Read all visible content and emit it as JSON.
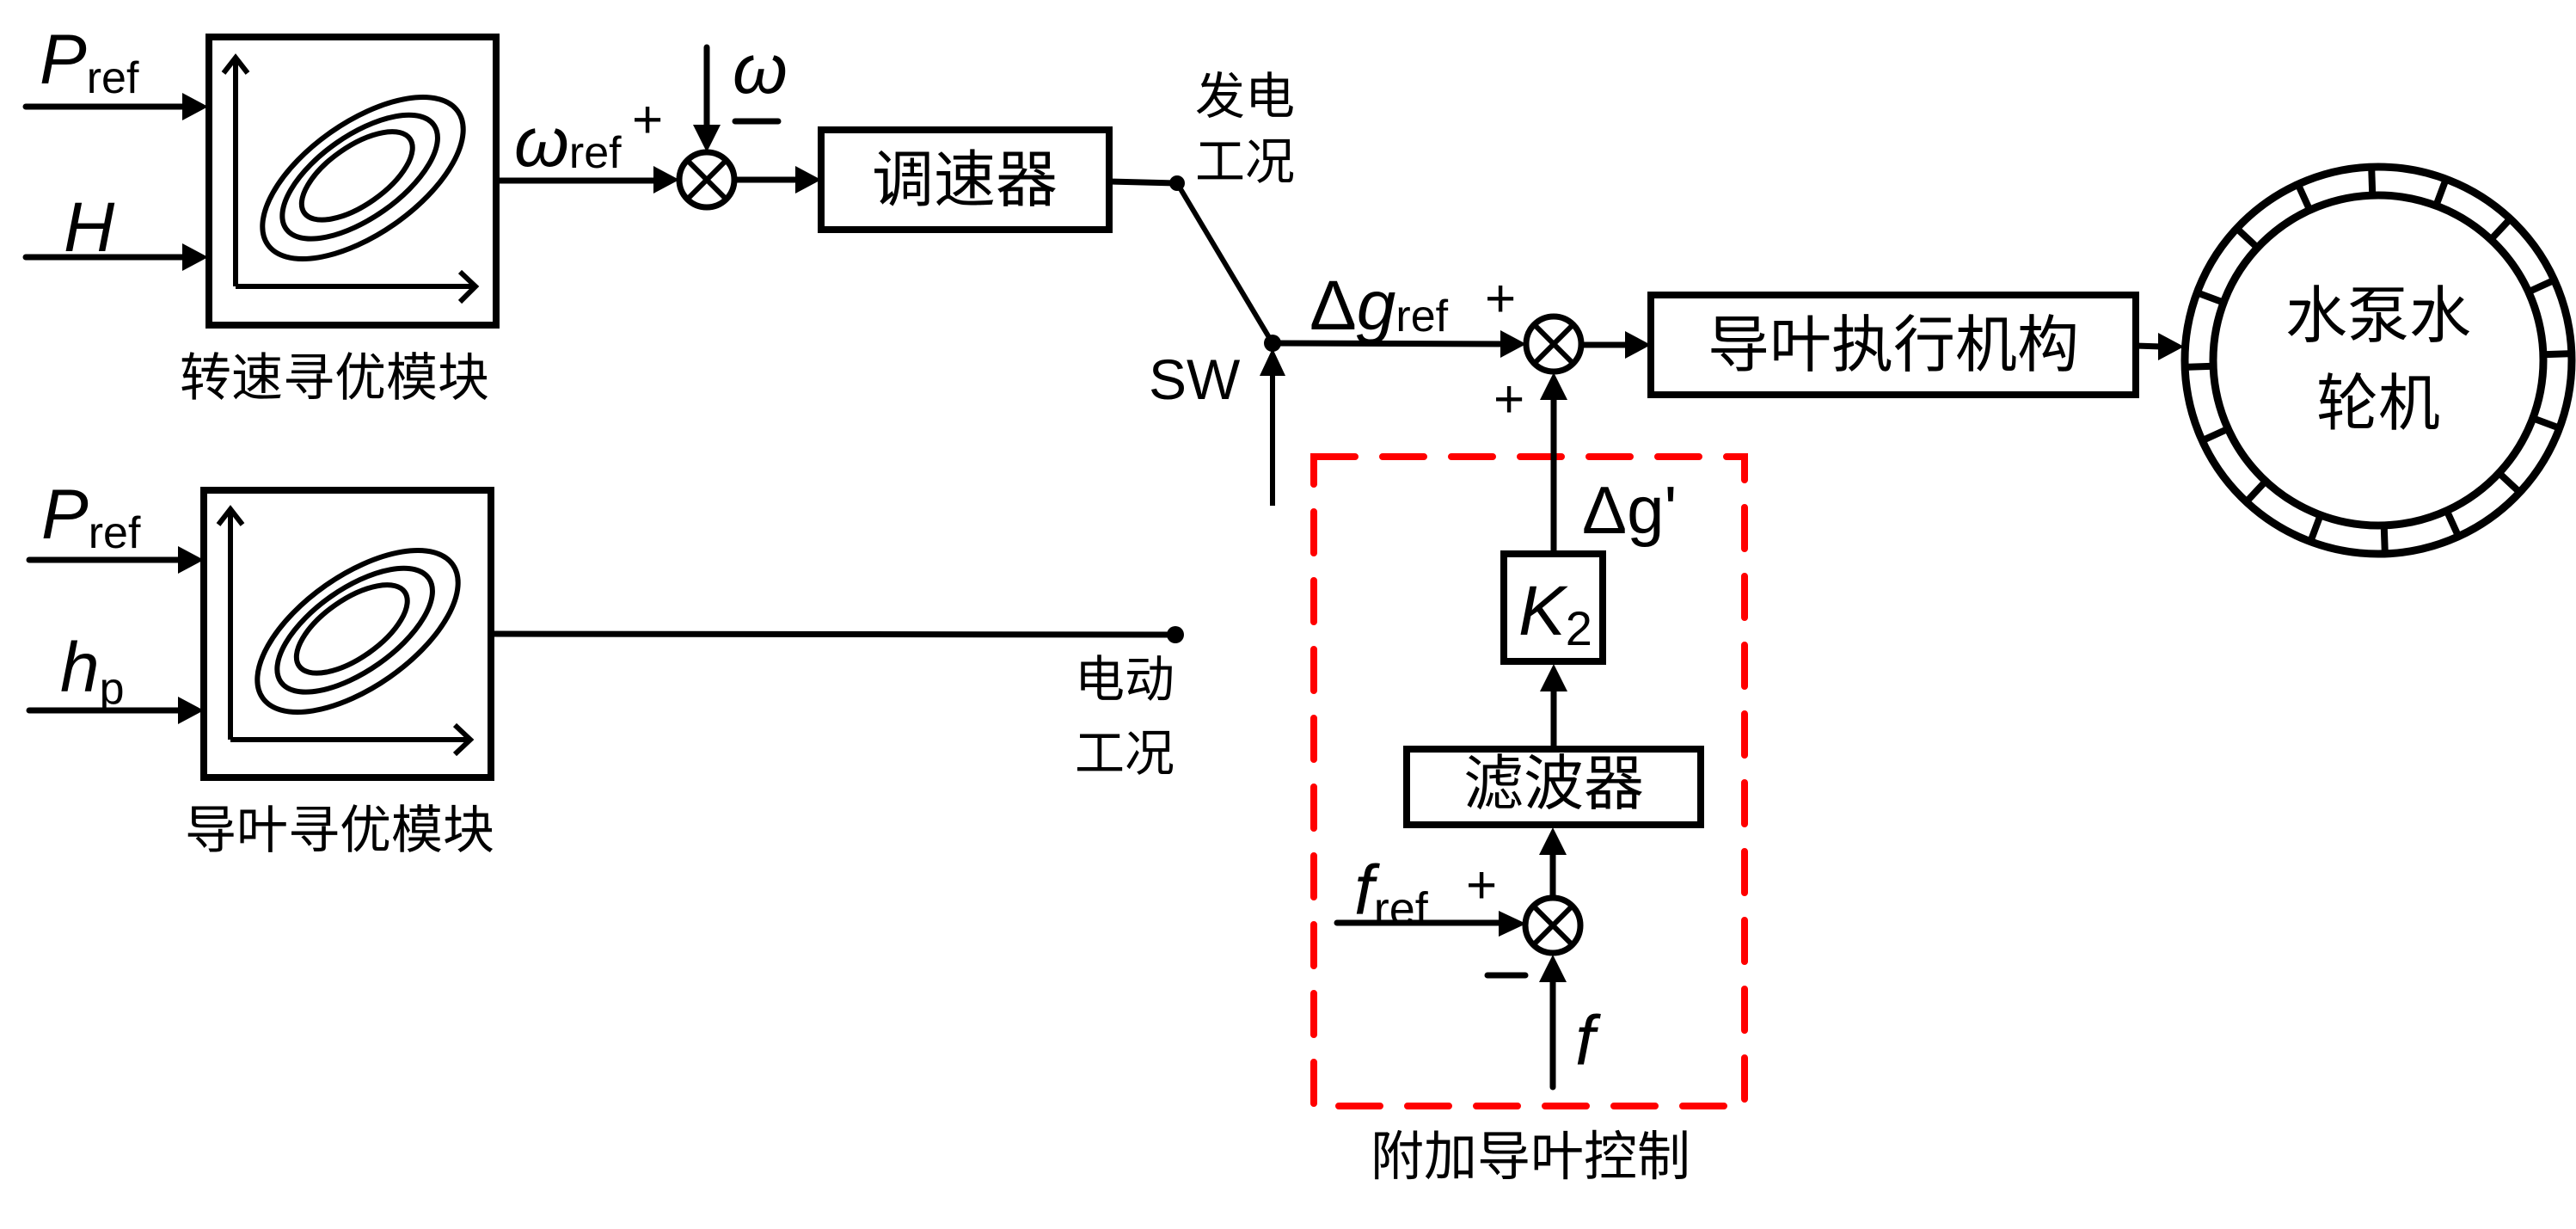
{
  "diagram": {
    "speed_module": {
      "input_1": {
        "symbol": "P",
        "sub": "ref"
      },
      "input_2": {
        "symbol": "H"
      },
      "label": "转速寻优模块"
    },
    "vane_module": {
      "input_1": {
        "symbol": "P",
        "sub": "ref"
      },
      "input_2": {
        "symbol": "h",
        "sub": "p"
      },
      "label": "导叶寻优模块"
    },
    "speed_sum": {
      "ref_signal": {
        "symbol": "ω",
        "sub": "ref"
      },
      "feedback_signal": "ω",
      "plus_sign": "+",
      "minus_sign": "−"
    },
    "governor": {
      "label": "调速器"
    },
    "switch": {
      "label": "SW",
      "generating_mode_line1": "发电",
      "generating_mode_line2": "工况",
      "motoring_mode_line1": "电动",
      "motoring_mode_line2": "工况"
    },
    "gate_sum": {
      "ref_signal": {
        "symbol": "Δ",
        "var": "g",
        "sub": "ref"
      },
      "plus_top": "+",
      "plus_bottom": "+"
    },
    "actuator": {
      "label": "导叶执行机构"
    },
    "turbine": {
      "line1": "水泵水",
      "line2": "轮机"
    },
    "additional_control": {
      "label": "附加导叶控制",
      "output_signal": "Δg'",
      "gain": {
        "symbol": "K",
        "sub": "2"
      },
      "filter": "滤波器",
      "ref_signal": {
        "symbol": "f",
        "sub": "ref"
      },
      "feedback_signal": "f",
      "plus_sign": "+",
      "minus_sign": "−",
      "border_color": "#ff0000"
    }
  }
}
